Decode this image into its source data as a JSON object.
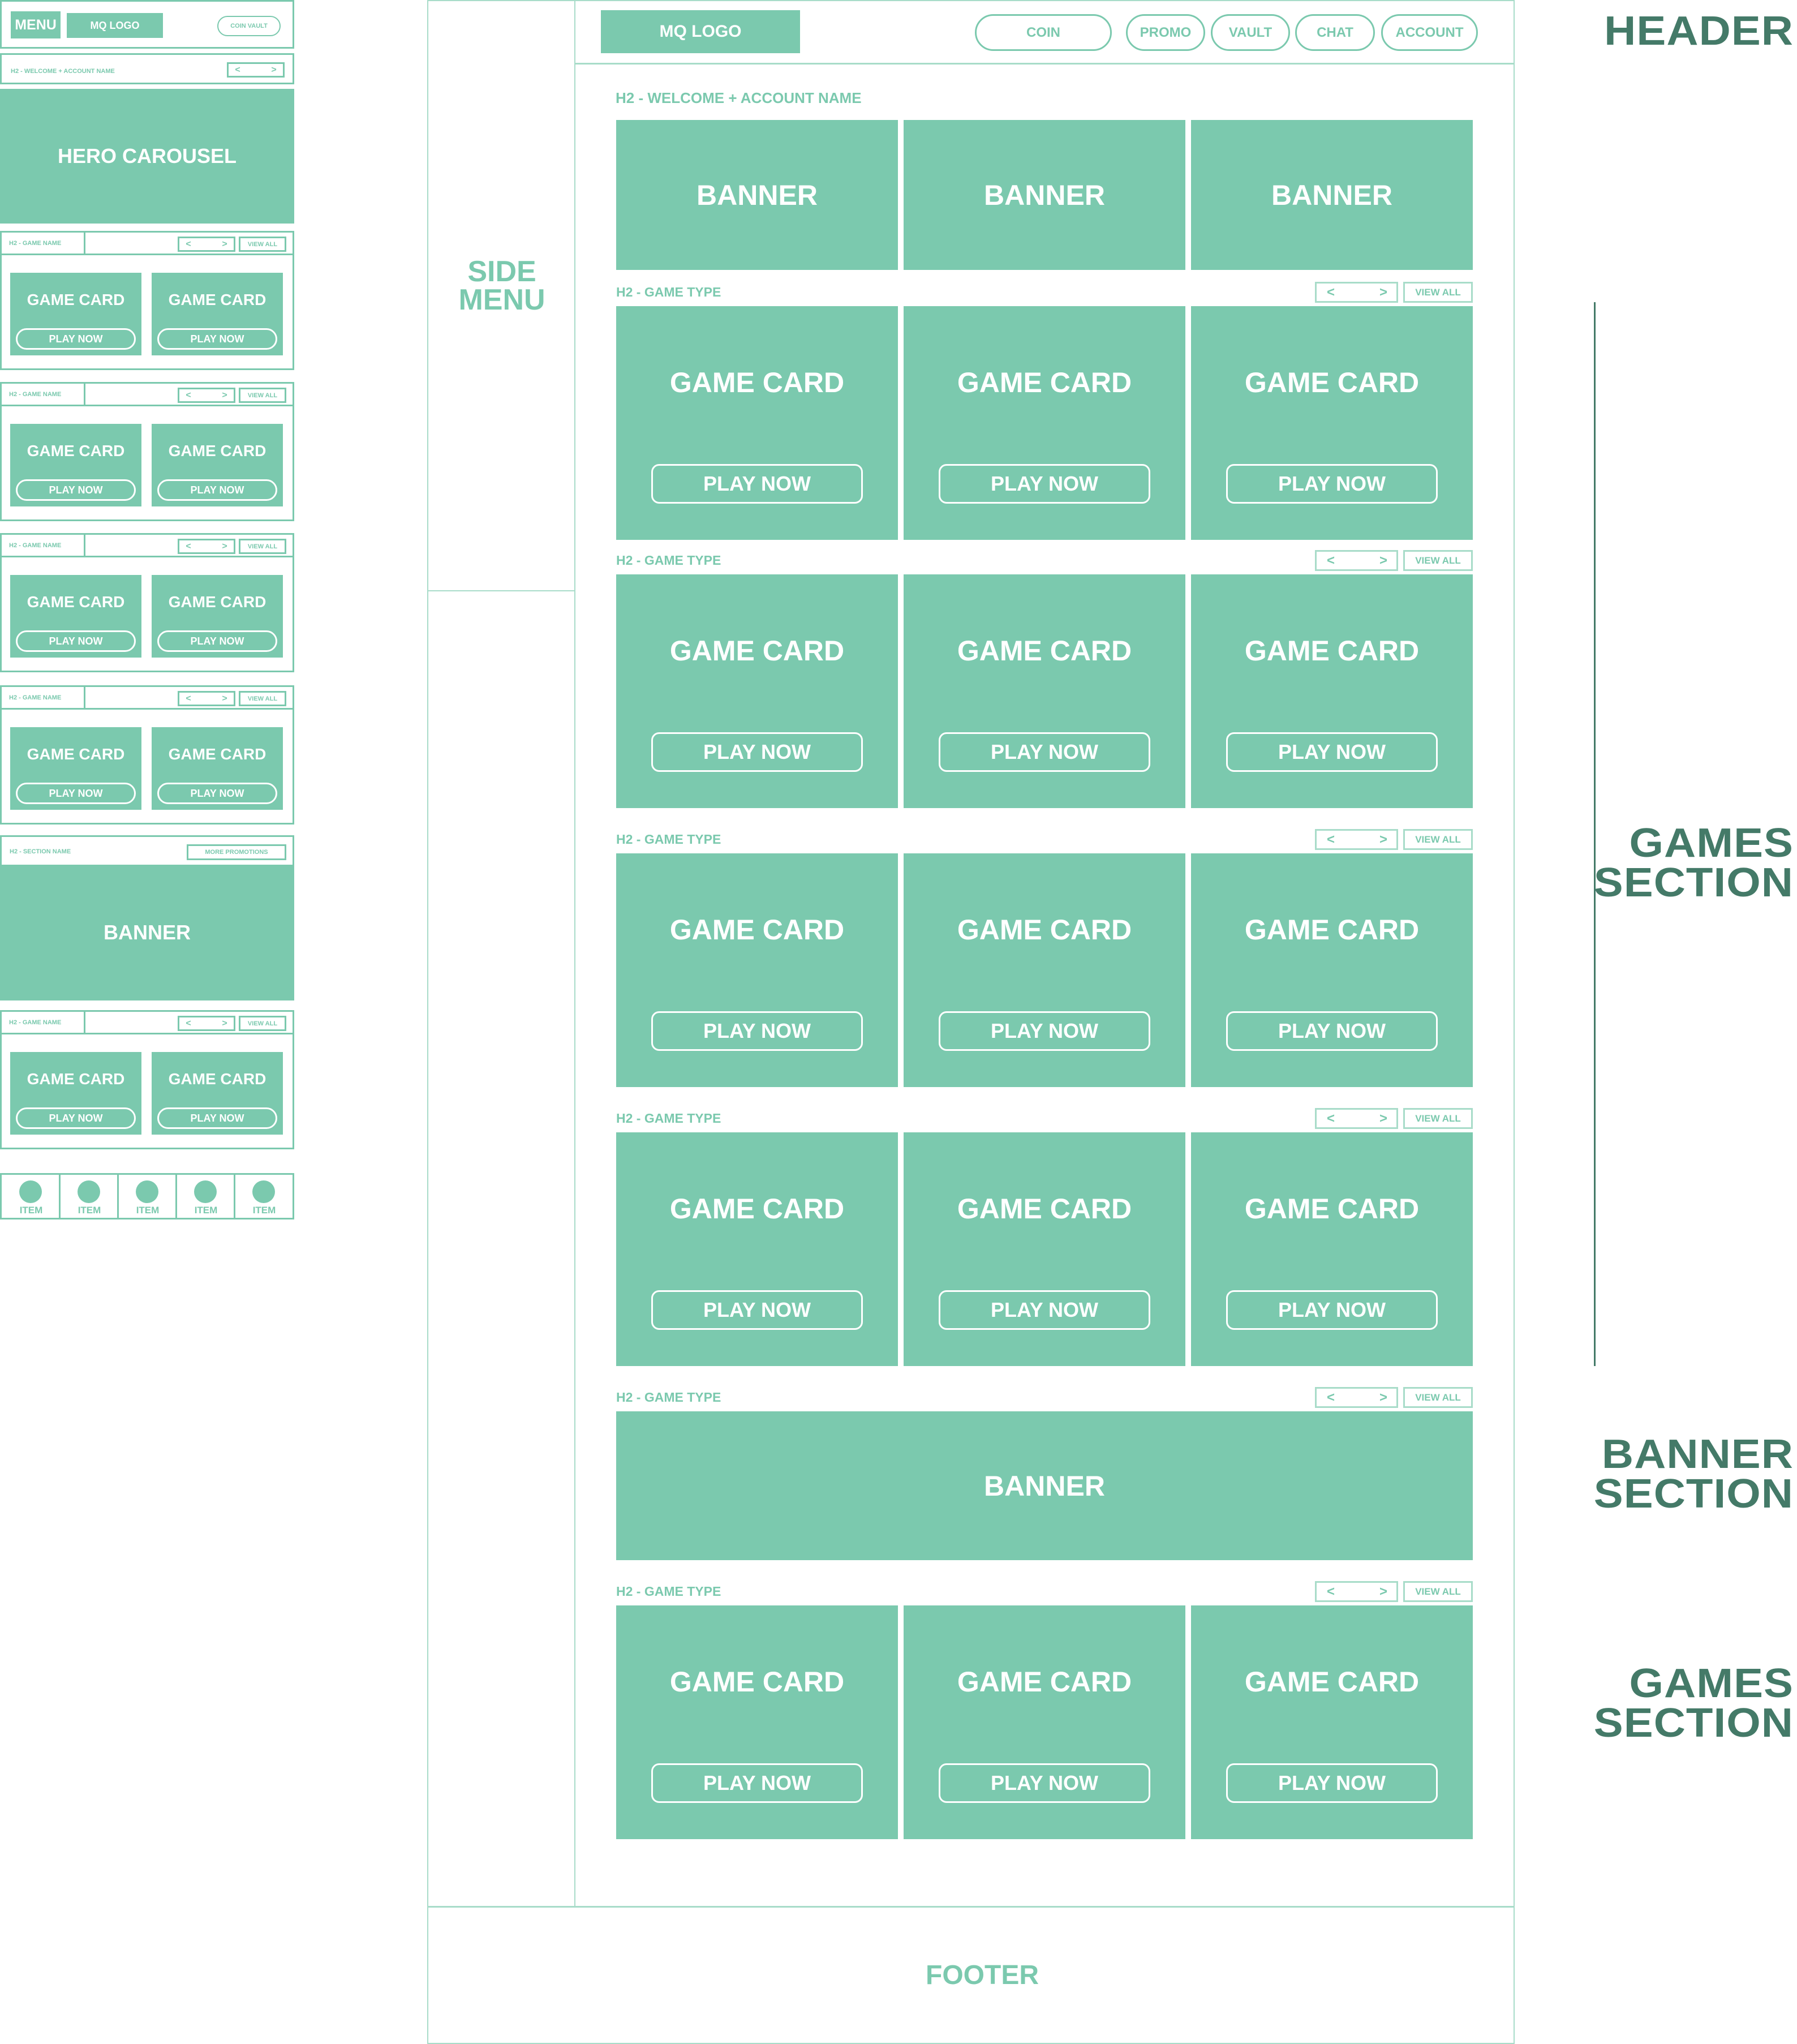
{
  "colors": {
    "accent": "#7BC9AE",
    "annotation": "#447A68"
  },
  "mobile": {
    "header": {
      "menu": "MENU",
      "logo": "MQ LOGO",
      "coin_vault": "COIN VAULT"
    },
    "welcome": {
      "title": "H2 - WELCOME + ACCOUNT NAME",
      "prev": "<",
      "next": ">"
    },
    "hero": "HERO CAROUSEL",
    "sections": [
      {
        "type": "games",
        "title": "H2 - GAME NAME",
        "prev": "<",
        "next": ">",
        "view_all": "VIEW ALL",
        "cards": [
          {
            "title": "GAME CARD",
            "cta": "PLAY NOW"
          },
          {
            "title": "GAME CARD",
            "cta": "PLAY NOW"
          }
        ]
      },
      {
        "type": "games",
        "title": "H2 - GAME NAME",
        "prev": "<",
        "next": ">",
        "view_all": "VIEW ALL",
        "cards": [
          {
            "title": "GAME CARD",
            "cta": "PLAY NOW"
          },
          {
            "title": "GAME CARD",
            "cta": "PLAY NOW"
          }
        ]
      },
      {
        "type": "games",
        "title": "H2 - GAME NAME",
        "prev": "<",
        "next": ">",
        "view_all": "VIEW ALL",
        "cards": [
          {
            "title": "GAME CARD",
            "cta": "PLAY NOW"
          },
          {
            "title": "GAME CARD",
            "cta": "PLAY NOW"
          }
        ]
      },
      {
        "type": "games",
        "title": "H2 - GAME NAME",
        "prev": "<",
        "next": ">",
        "view_all": "VIEW ALL",
        "cards": [
          {
            "title": "GAME CARD",
            "cta": "PLAY NOW"
          },
          {
            "title": "GAME CARD",
            "cta": "PLAY NOW"
          }
        ]
      },
      {
        "type": "promo",
        "title": "H2 - SECTION NAME",
        "more": "MORE PROMOTIONS",
        "banner": "BANNER"
      },
      {
        "type": "games",
        "title": "H2 - GAME NAME",
        "prev": "<",
        "next": ">",
        "view_all": "VIEW ALL",
        "cards": [
          {
            "title": "GAME CARD",
            "cta": "PLAY NOW"
          },
          {
            "title": "GAME CARD",
            "cta": "PLAY NOW"
          }
        ]
      }
    ],
    "bottom_nav": [
      {
        "label": "ITEM"
      },
      {
        "label": "ITEM"
      },
      {
        "label": "ITEM"
      },
      {
        "label": "ITEM"
      },
      {
        "label": "ITEM"
      }
    ]
  },
  "desktop": {
    "logo": "MQ LOGO",
    "nav": [
      {
        "label": "COIN"
      },
      {
        "label": "PROMO"
      },
      {
        "label": "VAULT"
      },
      {
        "label": "CHAT"
      },
      {
        "label": "ACCOUNT"
      }
    ],
    "side_menu": "SIDE MENU",
    "welcome": "H2 - WELCOME + ACCOUNT NAME",
    "banners": [
      {
        "label": "BANNER"
      },
      {
        "label": "BANNER"
      },
      {
        "label": "BANNER"
      }
    ],
    "sections": [
      {
        "type": "games",
        "title": "H2 - GAME TYPE",
        "prev": "<",
        "next": ">",
        "view_all": "VIEW ALL",
        "cards": [
          {
            "title": "GAME CARD",
            "cta": "PLAY NOW"
          },
          {
            "title": "GAME CARD",
            "cta": "PLAY NOW"
          },
          {
            "title": "GAME CARD",
            "cta": "PLAY NOW"
          }
        ]
      },
      {
        "type": "games",
        "title": "H2 - GAME TYPE",
        "prev": "<",
        "next": ">",
        "view_all": "VIEW ALL",
        "cards": [
          {
            "title": "GAME CARD",
            "cta": "PLAY NOW"
          },
          {
            "title": "GAME CARD",
            "cta": "PLAY NOW"
          },
          {
            "title": "GAME CARD",
            "cta": "PLAY NOW"
          }
        ]
      },
      {
        "type": "games",
        "title": "H2 - GAME TYPE",
        "prev": "<",
        "next": ">",
        "view_all": "VIEW ALL",
        "cards": [
          {
            "title": "GAME CARD",
            "cta": "PLAY NOW"
          },
          {
            "title": "GAME CARD",
            "cta": "PLAY NOW"
          },
          {
            "title": "GAME CARD",
            "cta": "PLAY NOW"
          }
        ]
      },
      {
        "type": "games",
        "title": "H2 - GAME TYPE",
        "prev": "<",
        "next": ">",
        "view_all": "VIEW ALL",
        "cards": [
          {
            "title": "GAME CARD",
            "cta": "PLAY NOW"
          },
          {
            "title": "GAME CARD",
            "cta": "PLAY NOW"
          },
          {
            "title": "GAME CARD",
            "cta": "PLAY NOW"
          }
        ]
      },
      {
        "type": "banner",
        "title": "H2 - GAME TYPE",
        "prev": "<",
        "next": ">",
        "view_all": "VIEW ALL",
        "banner": "BANNER"
      },
      {
        "type": "games",
        "title": "H2 - GAME TYPE",
        "prev": "<",
        "next": ">",
        "view_all": "VIEW ALL",
        "cards": [
          {
            "title": "GAME CARD",
            "cta": "PLAY NOW"
          },
          {
            "title": "GAME CARD",
            "cta": "PLAY NOW"
          },
          {
            "title": "GAME CARD",
            "cta": "PLAY NOW"
          }
        ]
      }
    ],
    "footer": "FOOTER"
  },
  "annotations": [
    {
      "label": "HEADER"
    },
    {
      "label": "GAMES SECTION"
    },
    {
      "label": "BANNER SECTION"
    },
    {
      "label": "GAMES SECTION"
    }
  ]
}
